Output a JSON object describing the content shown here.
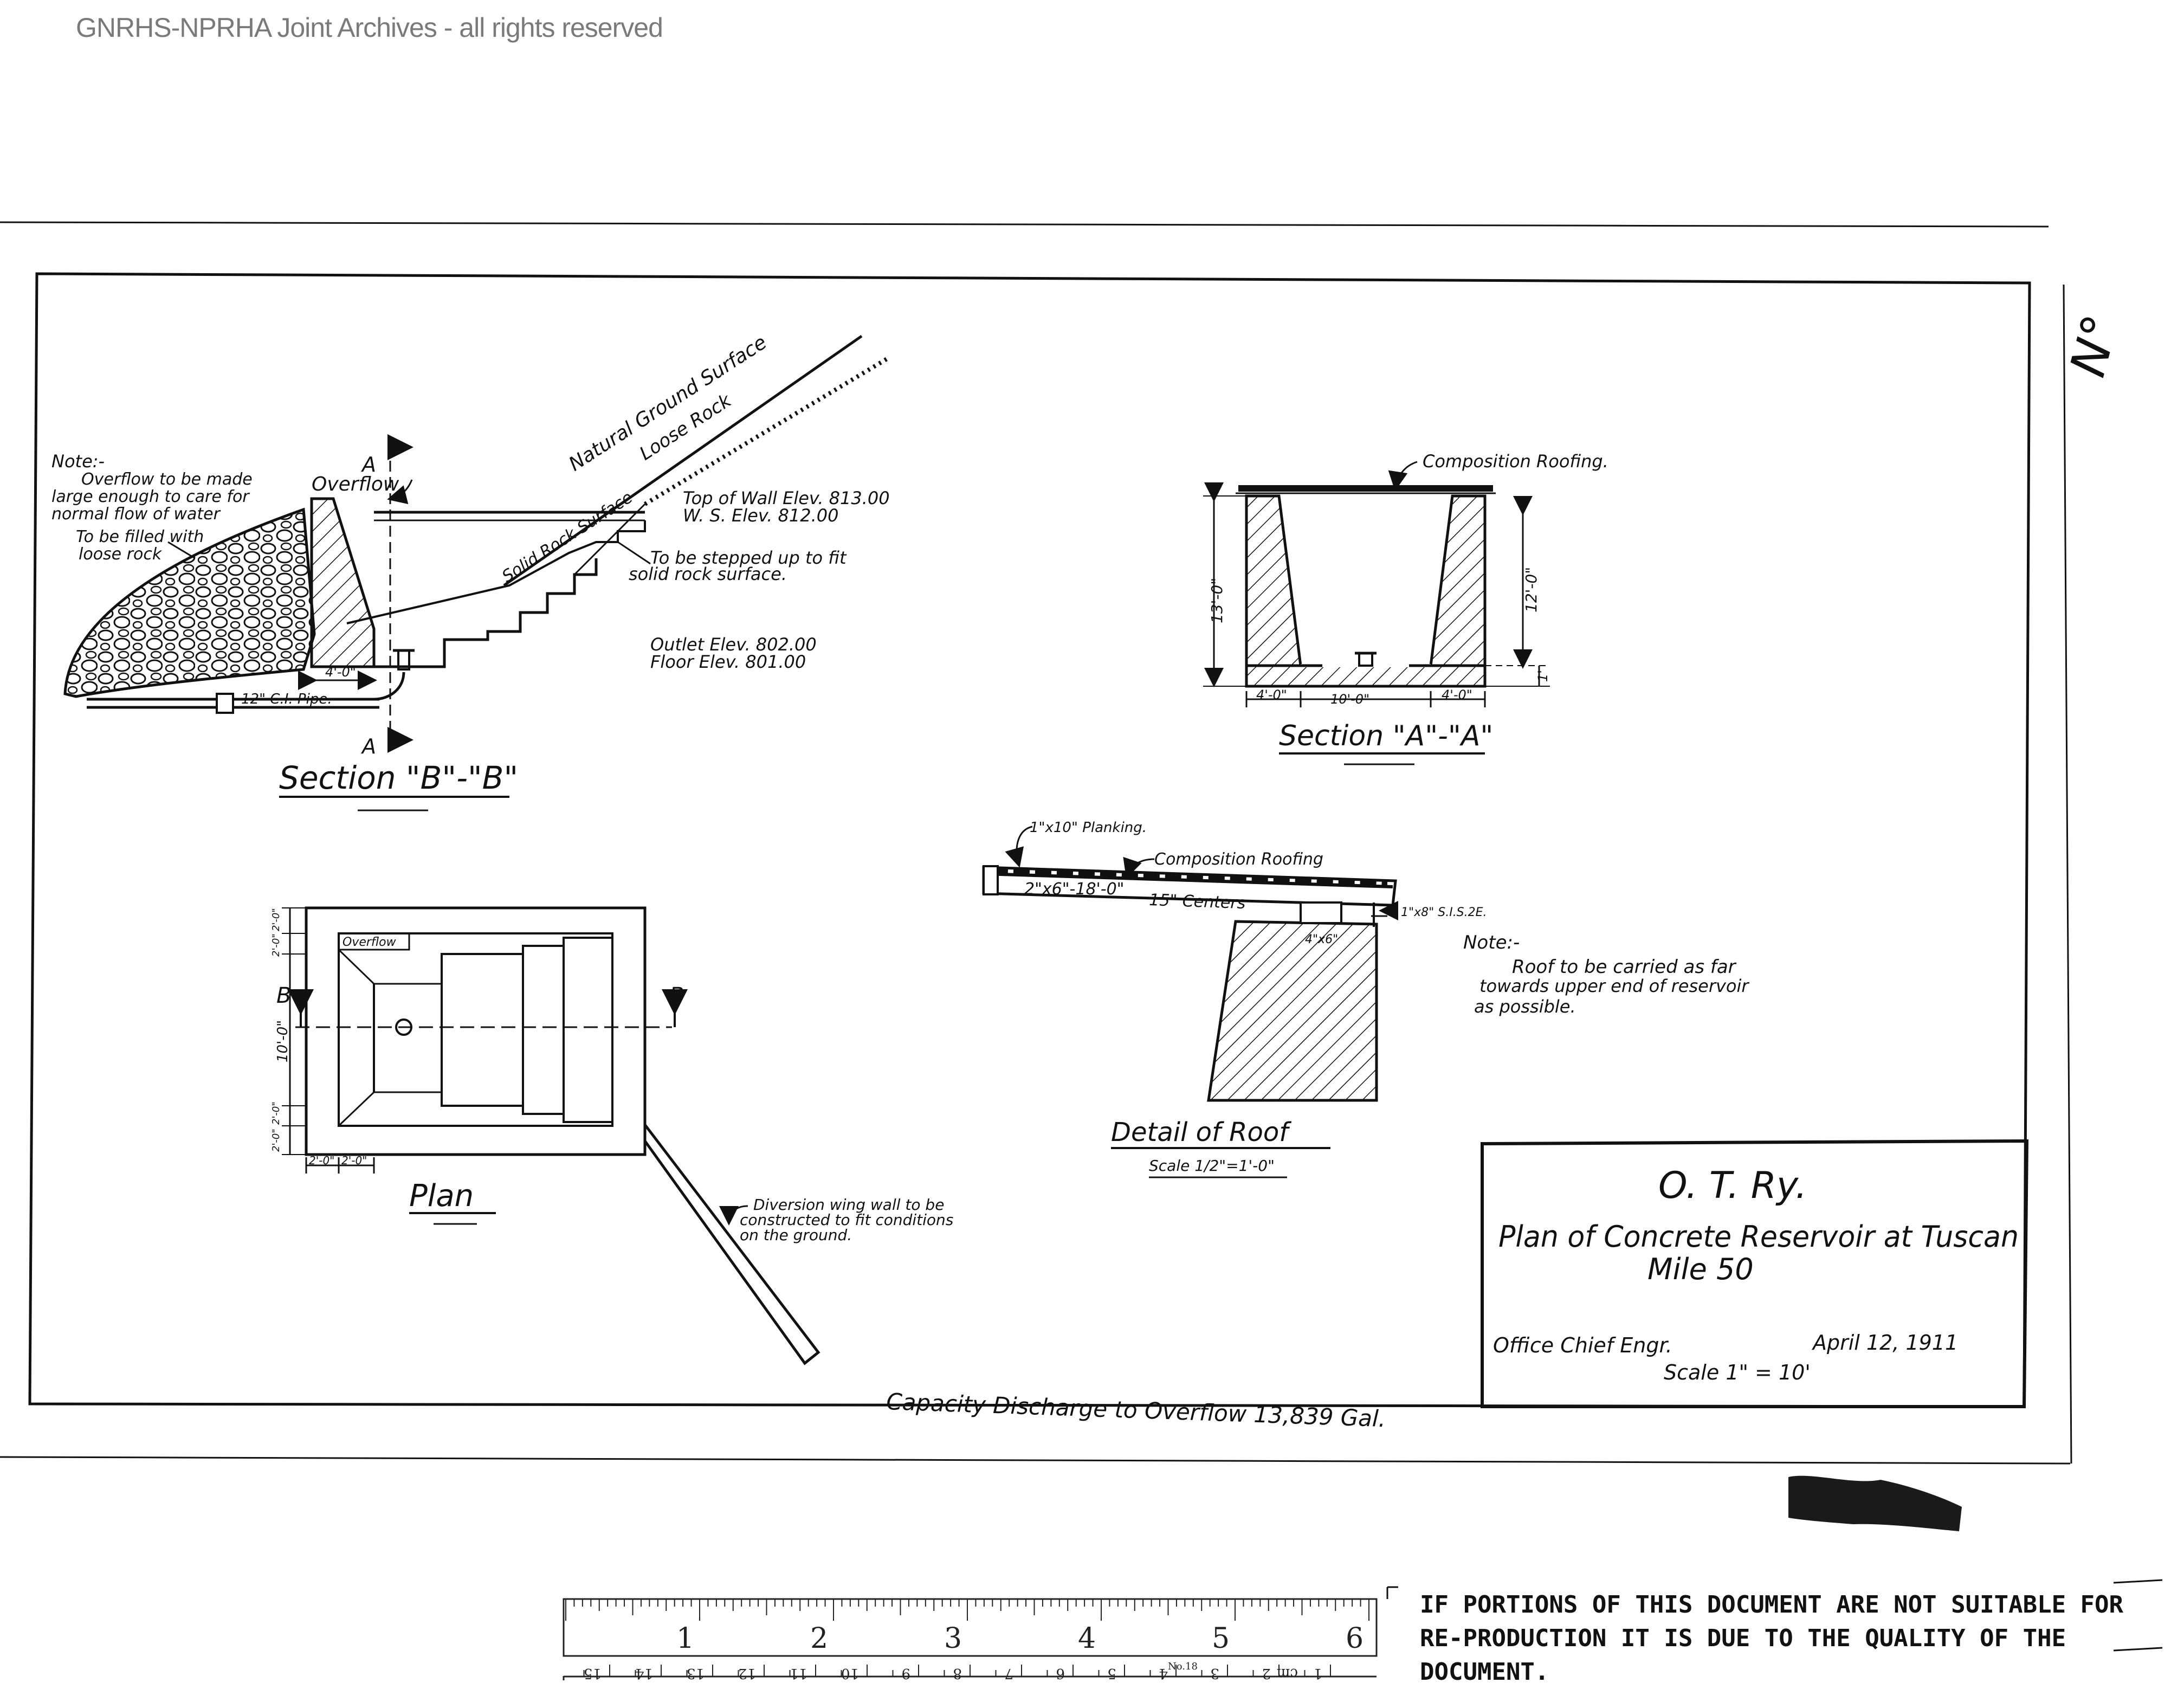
{
  "watermark": "GNRHS-NPRHA Joint Archives - all rights reserved",
  "sheet_number": "N°",
  "section_bb": {
    "title": "Section \"B\"-\"B\"",
    "note_heading": "Note:-",
    "note_lines": [
      "Overflow to be made",
      "large enough to care for",
      "normal flow of water"
    ],
    "fill_note": [
      "To be filled with",
      "loose rock"
    ],
    "overflow_label": "Overflow",
    "natural_ground": "Natural Ground Surface",
    "loose_rock": "Loose Rock",
    "solid_rock": "Solid Rock Surface",
    "top_of_wall": "Top of Wall Elev. 813.00",
    "ws_elev": "W. S. Elev. 812.00",
    "step_note": [
      "To be stepped up to fit",
      "solid rock surface."
    ],
    "outlet_elev": "Outlet Elev. 802.00",
    "floor_elev": "Floor Elev. 801.00",
    "pipe_label": "12\" C.I. Pipe.",
    "dim_width": "4'-0\"",
    "cut_marker": "A"
  },
  "section_aa": {
    "title": "Section \"A\"-\"A\"",
    "roofing": "Composition Roofing.",
    "dim_left_height": "13'-0\"",
    "dim_right_height": "12'-0\"",
    "dim_floor": "1'",
    "dim_wall_left": "4'-0\"",
    "dim_inner": "10'-0\"",
    "dim_wall_right": "4'-0\""
  },
  "roof_detail": {
    "title": "Detail of Roof",
    "scale": "Scale 1/2\"=1'-0\"",
    "planking": "1\"x10\" Planking.",
    "roofing": "Composition Roofing",
    "rafters": "2\"x6\"-18'-0\"",
    "centers": "15\" Centers",
    "bolt": "1\"x8\" S.I.S.2E.",
    "plate": "4\"x6\"",
    "note_heading": "Note:-",
    "note_lines": [
      "Roof to be carried as far",
      "towards upper end of reservoir",
      "as possible."
    ]
  },
  "plan": {
    "title": "Plan",
    "overflow_label": "Overflow",
    "section_marker": "B",
    "dim_width": "10'-0\"",
    "dim_top": "2'-0\"",
    "dim_top2": "2'-0\"",
    "dim_bot": "2'-0\"",
    "dim_bot2": "2'-0\"",
    "dim_left1": "2'-0\"",
    "dim_left2": "2'-0\"",
    "wing_wall_note": [
      "Diversion wing wall to be",
      "constructed to fit conditions",
      "on the ground."
    ]
  },
  "title_block": {
    "railway": "O. T. Ry.",
    "plan_title": "Plan of Concrete Reservoir at Tuscan",
    "mile": "Mile 50",
    "office": "Office Chief Engr.",
    "date": "April 12, 1911",
    "scale": "Scale 1\" = 10'"
  },
  "capacity_note": "Capacity Discharge to Overflow 13,839 Gal.",
  "ruler": {
    "inch_labels": [
      "1",
      "2",
      "3",
      "4",
      "5",
      "6"
    ],
    "cm_labels": [
      "1",
      "cm",
      "2",
      "3",
      "4",
      "5",
      "6",
      "7",
      "8",
      "9",
      "10",
      "11",
      "12",
      "13",
      "14",
      "15"
    ],
    "model": "No.18"
  },
  "disclaimer": "IF PORTIONS OF THIS DOCUMENT ARE NOT SUITABLE FOR RE-PRODUCTION IT IS DUE TO THE QUALITY OF THE DOCUMENT."
}
